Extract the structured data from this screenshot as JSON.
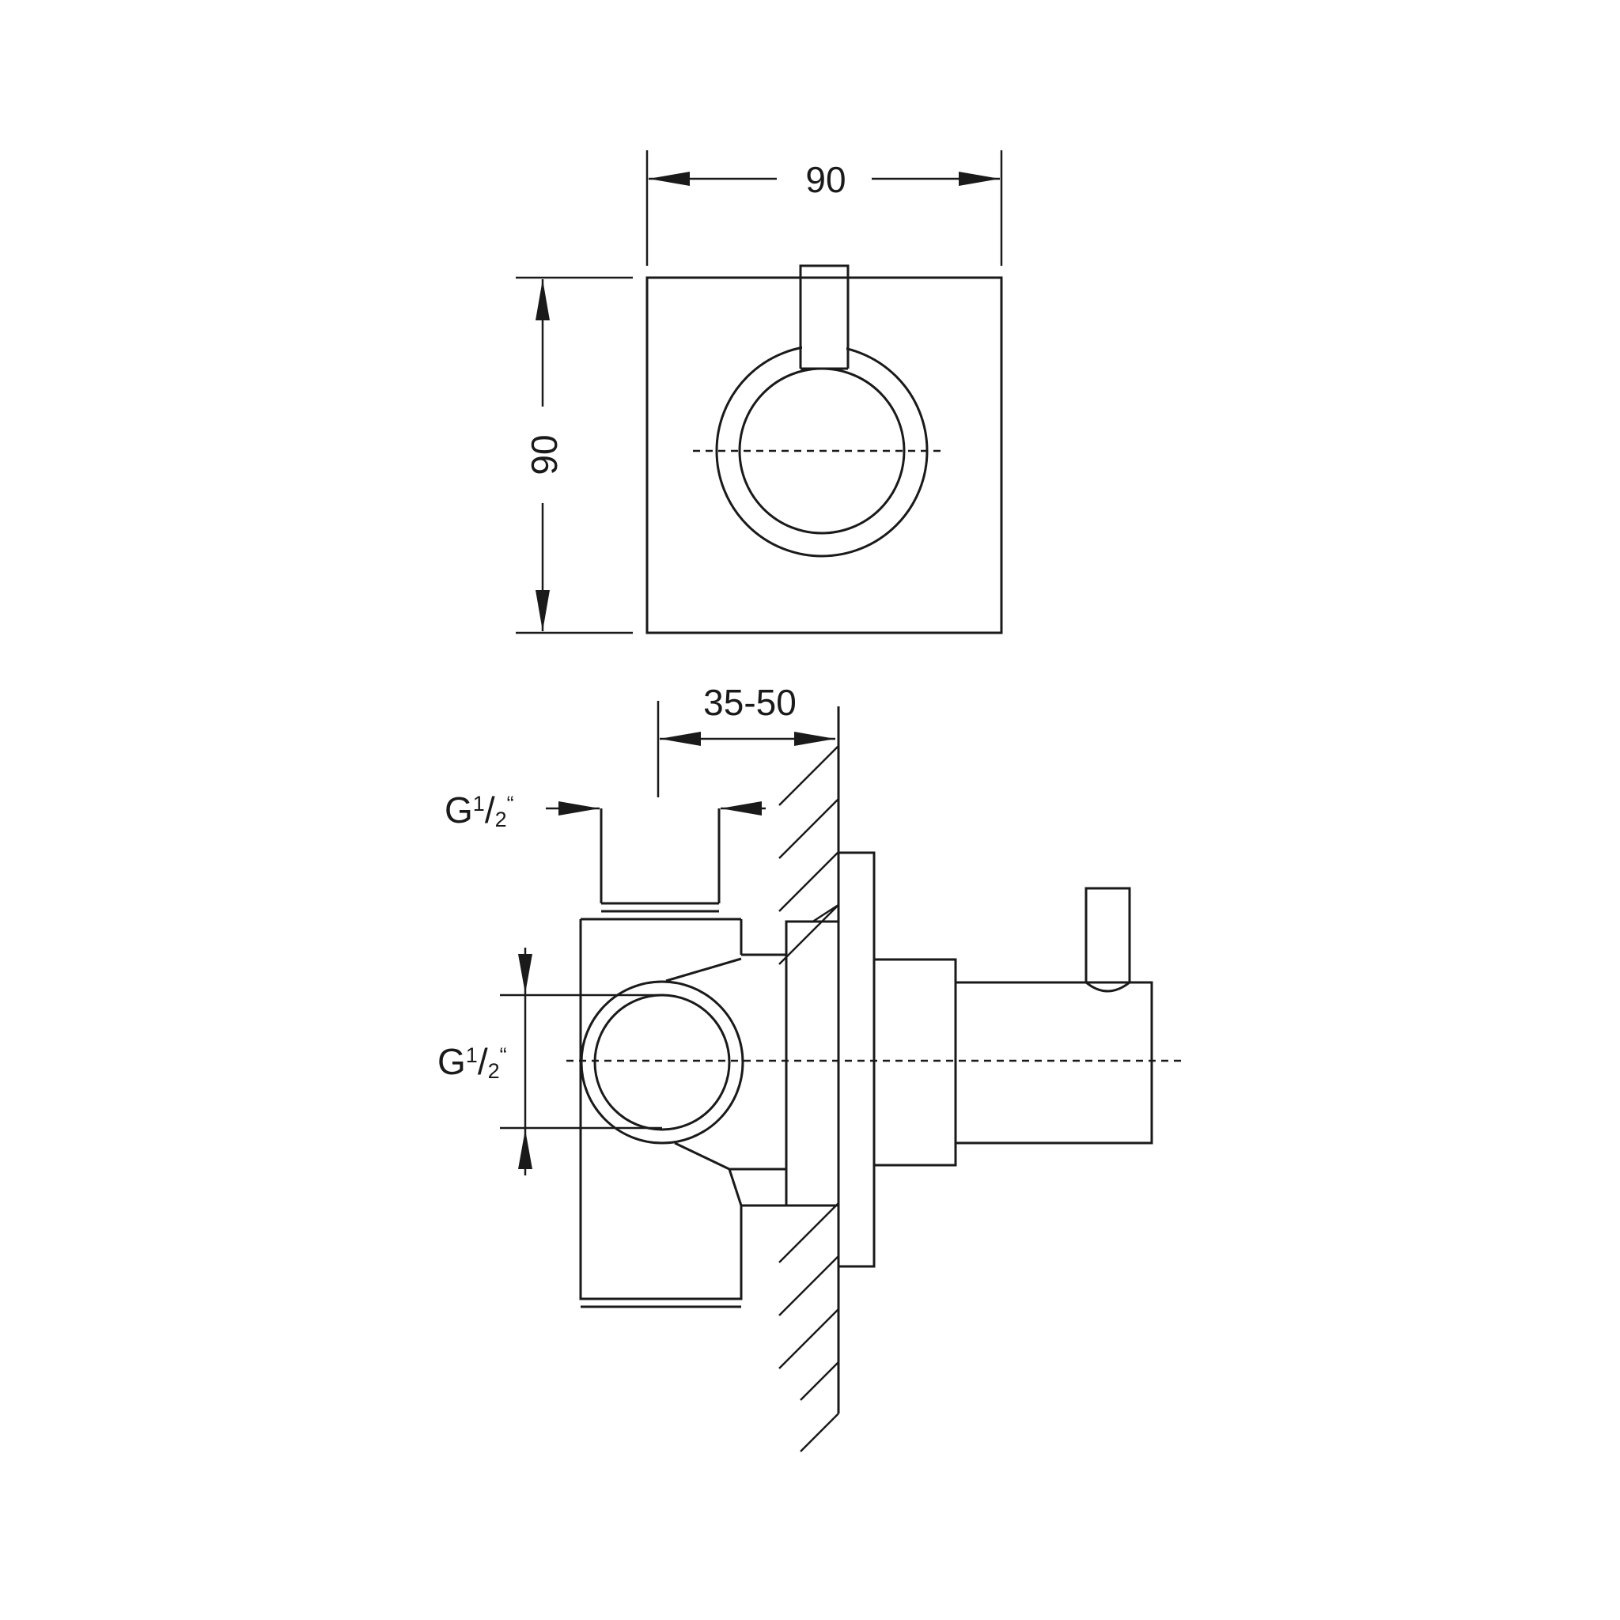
{
  "dimensions": {
    "front_width": "90",
    "front_height": "90",
    "depth_range": "35-50"
  },
  "thread_labels": {
    "top": {
      "letter": "G",
      "numerator": "1",
      "slash": "/",
      "denominator": "2",
      "inch_mark": "“"
    },
    "side": {
      "letter": "G",
      "numerator": "1",
      "slash": "/",
      "denominator": "2",
      "inch_mark": "“"
    }
  },
  "colors": {
    "line": "#1a1a1a",
    "background": "#ffffff"
  }
}
